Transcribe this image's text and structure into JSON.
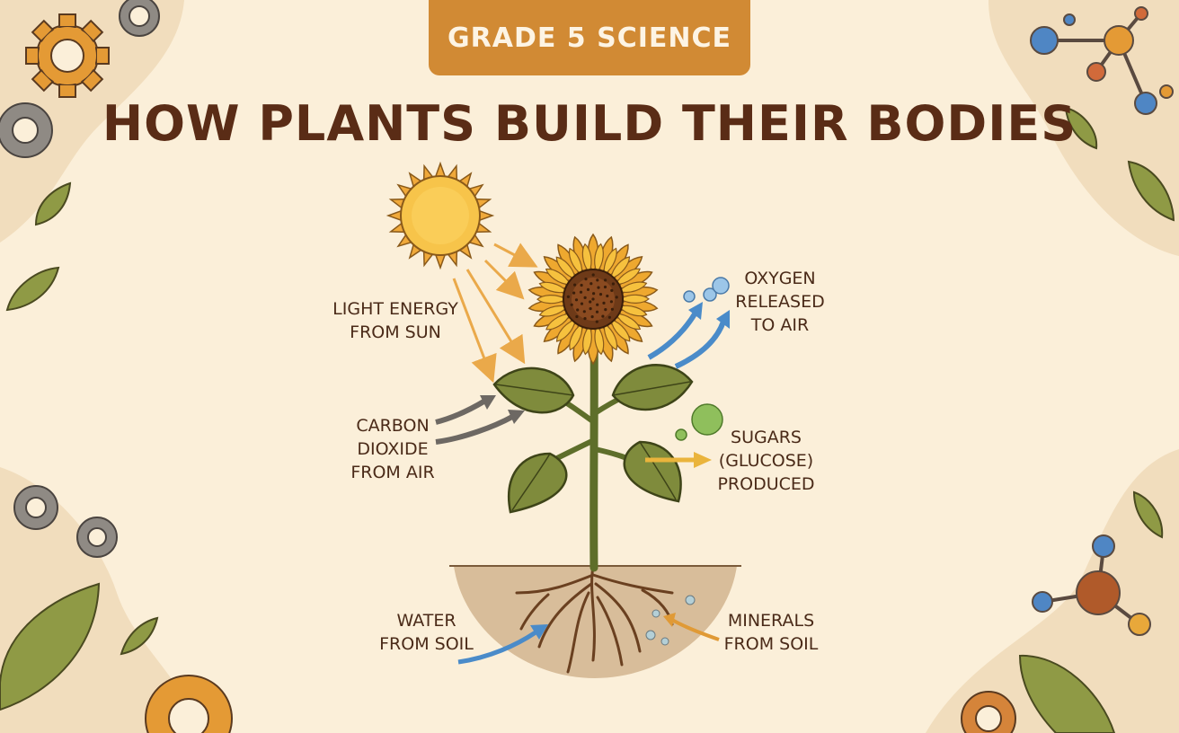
{
  "header": {
    "badge": "GRADE 5 SCIENCE",
    "title": "HOW PLANTS BUILD THEIR BODIES"
  },
  "labels": {
    "light": [
      "LIGHT ENERGY",
      "FROM SUN"
    ],
    "oxygen": [
      "OXYGEN",
      "RELEASED",
      "TO AIR"
    ],
    "carbon": [
      "CARBON",
      "DIOXIDE",
      "FROM AIR"
    ],
    "sugars": [
      "SUGARS",
      "(GLUCOSE)",
      "PRODUCED"
    ],
    "water": [
      "WATER",
      "FROM SOIL"
    ],
    "minerals": [
      "MINERALS",
      "FROM SOIL"
    ]
  },
  "colors": {
    "background": "#fbefd9",
    "badge": "#d18a34",
    "title": "#5a2c16",
    "light_arrow": "#eaa94a",
    "oxygen_arrow": "#4a8bc9",
    "carbon_arrow": "#6d6863",
    "sugar_arrow": "#eab43c",
    "leaf": "#7f8b3c",
    "soil": "#d8bd9a"
  },
  "icons": [
    "sun-icon",
    "sunflower-icon",
    "gear-icon",
    "leaf-icon",
    "molecule-icon",
    "bubble-icon",
    "root-icon"
  ]
}
